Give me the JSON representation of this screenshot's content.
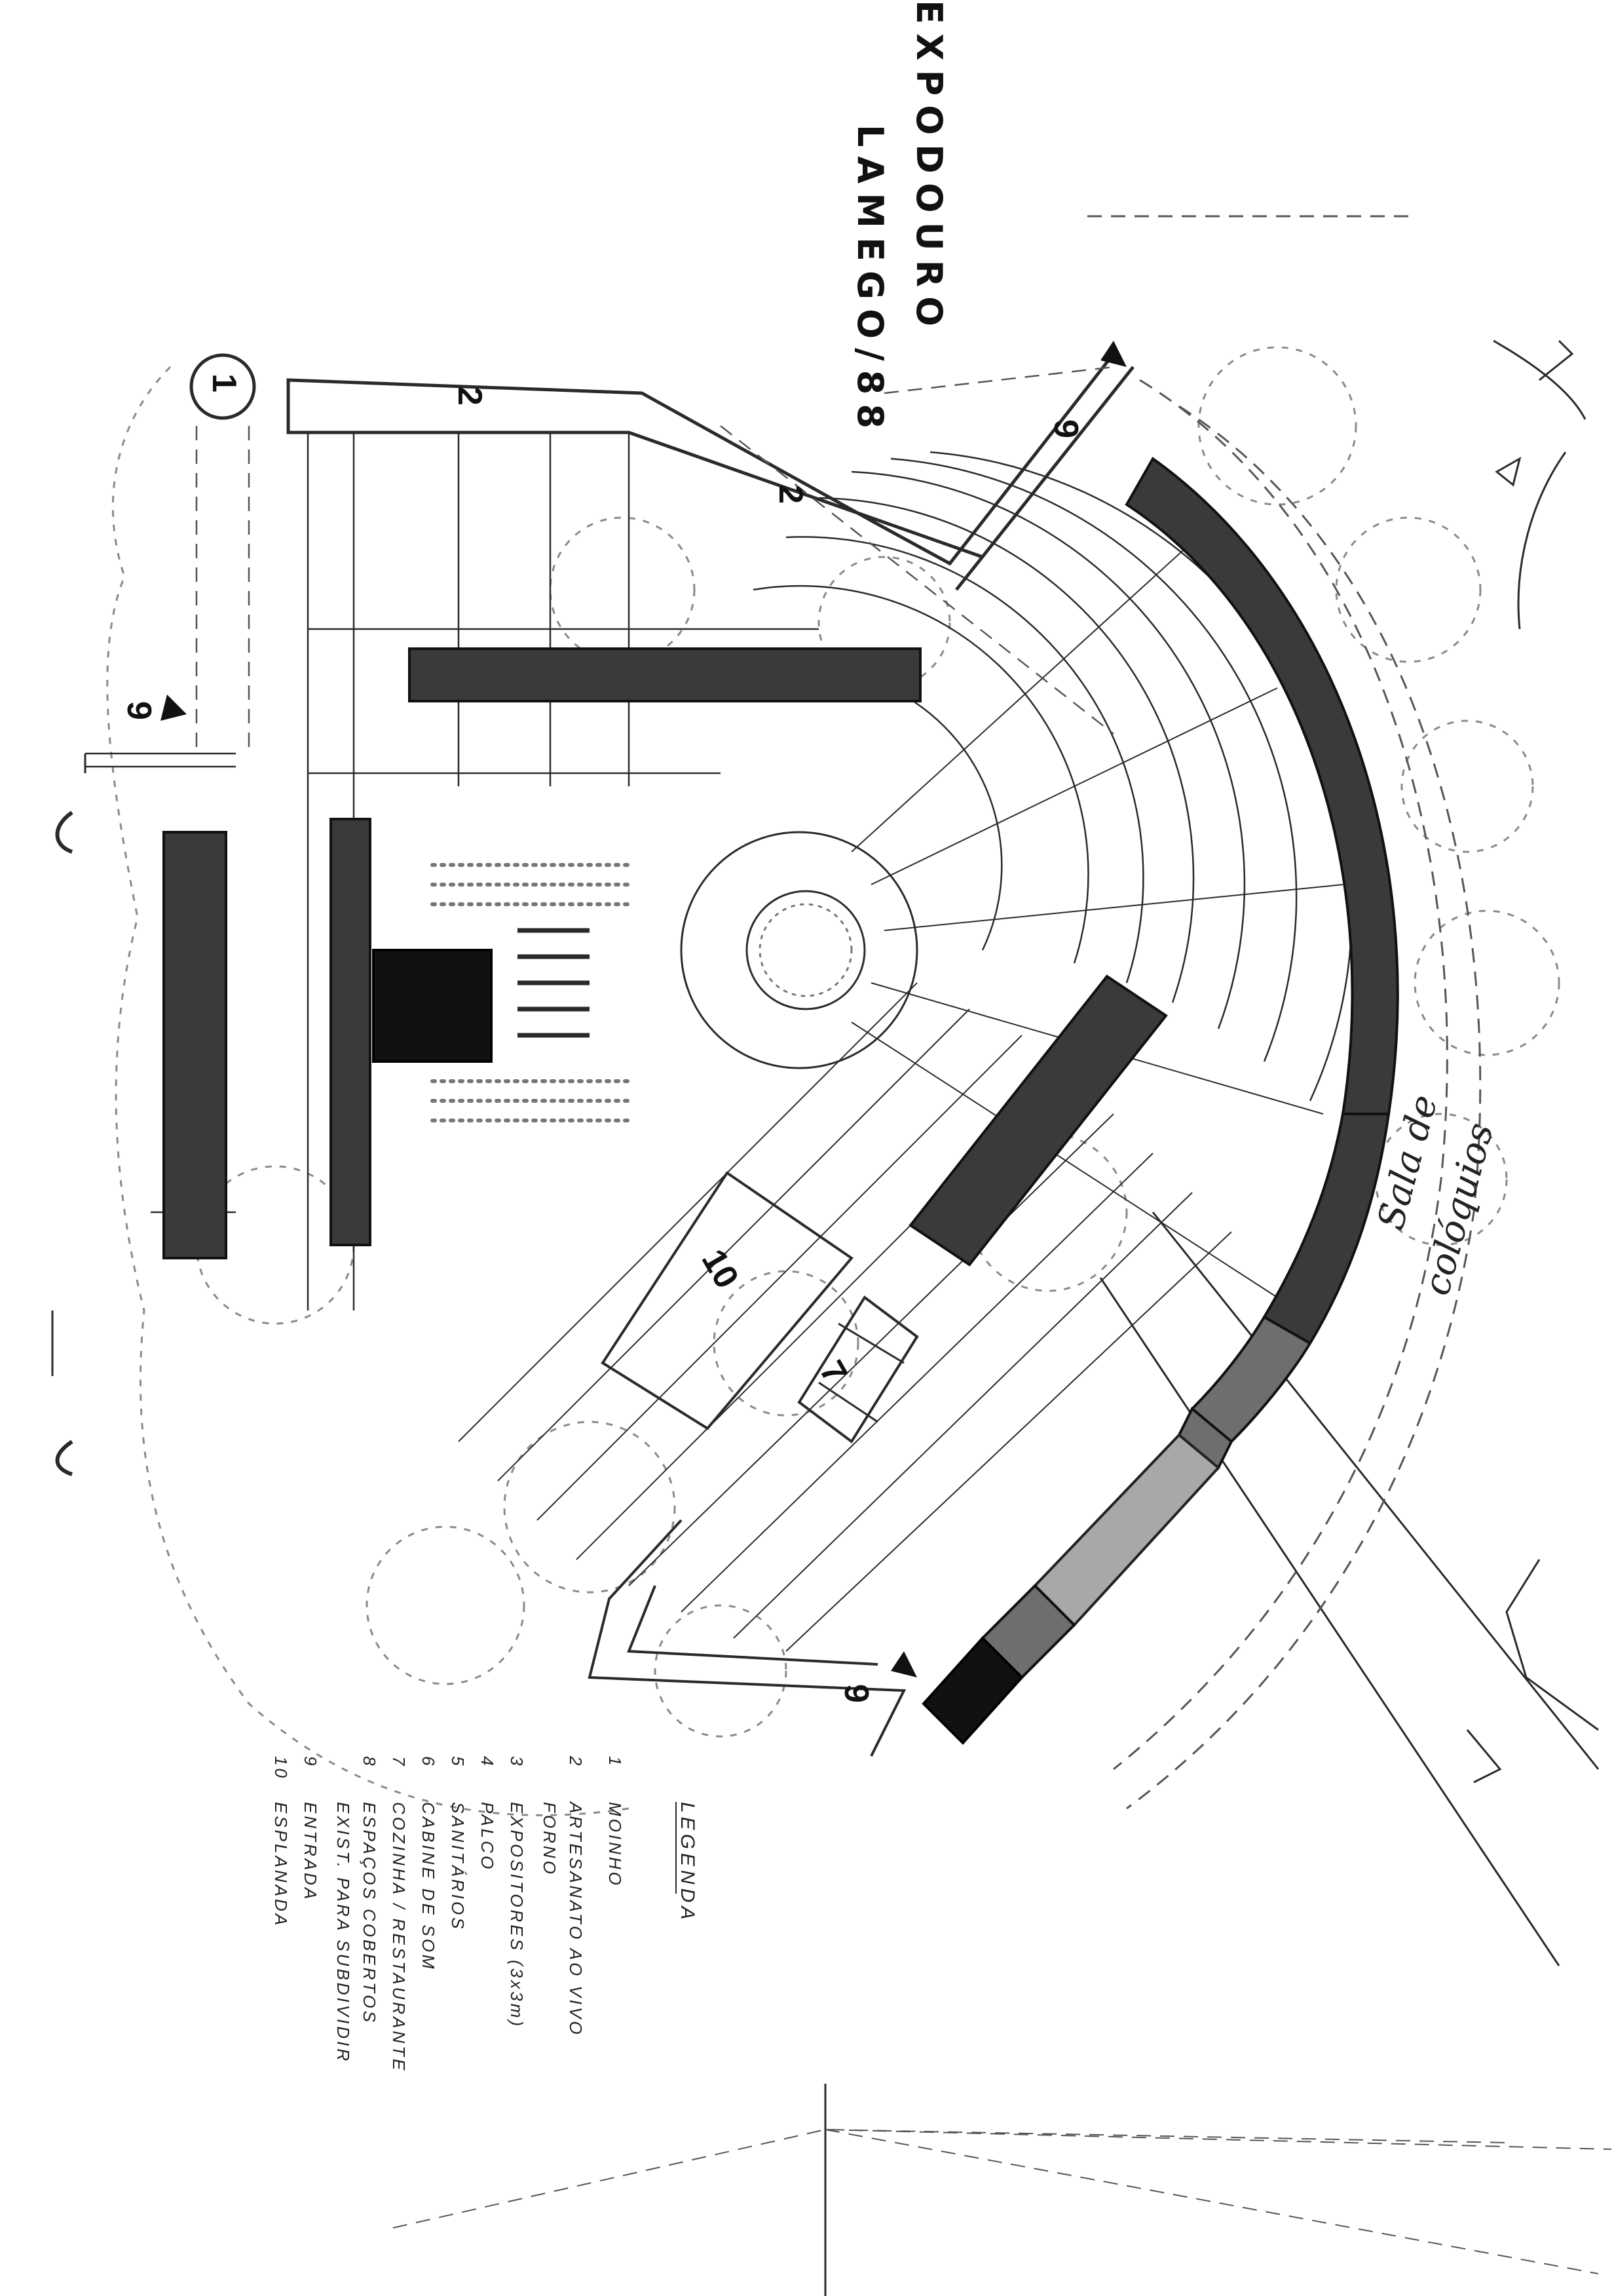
{
  "title": {
    "line1": "EXPODOURO",
    "line2": "LAMEGO/88"
  },
  "plan_labels": {
    "moinho": "1",
    "artesanato_a": "2",
    "artesanato_b": "2",
    "entrada_top": "9",
    "entrada_left": "9",
    "entrada_bottom": "9",
    "cozinha": "7",
    "esplanada": "10"
  },
  "handwritten_note": {
    "line1": "Sala de",
    "line2": "colóquios"
  },
  "legend": {
    "heading": "LEGENDA",
    "items": [
      {
        "num": "1",
        "text": "MOINHO"
      },
      {
        "num": "2",
        "text": "ARTESANATO AO VIVO"
      },
      {
        "num": "",
        "text": "FORNO"
      },
      {
        "num": "3",
        "text": "EXPOSITORES (3x3m)"
      },
      {
        "num": "4",
        "text": "PALCO"
      },
      {
        "num": "5",
        "text": "SANITÁRIOS"
      },
      {
        "num": "6",
        "text": "CABINE DE SOM"
      },
      {
        "num": "7",
        "text": "COZINHA / RESTAURANTE"
      },
      {
        "num": "8",
        "text": "ESPAÇOS COBERTOS"
      },
      {
        "num": "",
        "text": "EXIST. PARA SUBDIVIDIR"
      },
      {
        "num": "9",
        "text": "ENTRADA"
      },
      {
        "num": "10",
        "text": "ESPLANADA"
      }
    ]
  }
}
